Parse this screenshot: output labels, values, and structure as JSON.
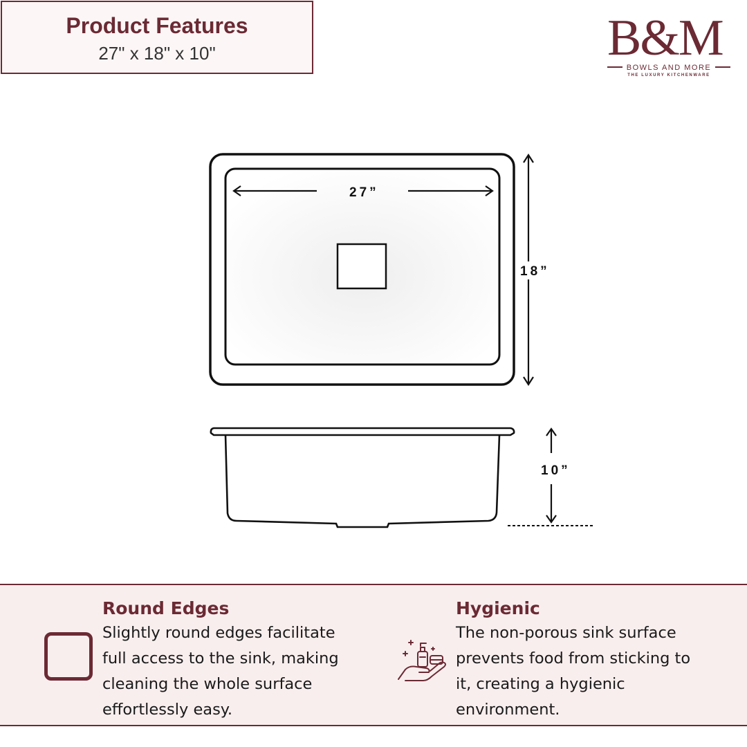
{
  "header": {
    "title": "Product Features",
    "dimensions": "27\" x 18\" x 10\""
  },
  "logo": {
    "mark": "B&M",
    "name": "BOWLS AND MORE",
    "tagline": "THE LUXURY KITCHENWARE"
  },
  "diagram": {
    "width_label": "27”",
    "length_label": "18”",
    "depth_label": "10”"
  },
  "features": [
    {
      "title": "Round Edges",
      "icon": "rounded-square-icon",
      "lines": [
        "Slightly round edges facilitate",
        "full access to the sink, making",
        "cleaning the whole surface",
        "effortlessly easy."
      ]
    },
    {
      "title": "Hygienic",
      "icon": "hand-soap-icon",
      "lines": [
        "The non-porous sink surface",
        "prevents food from sticking to",
        "it, creating a hygienic",
        "environment."
      ]
    }
  ],
  "colors": {
    "accent": "#6b2a34",
    "band": "#f9eeee",
    "line": "#111111"
  }
}
